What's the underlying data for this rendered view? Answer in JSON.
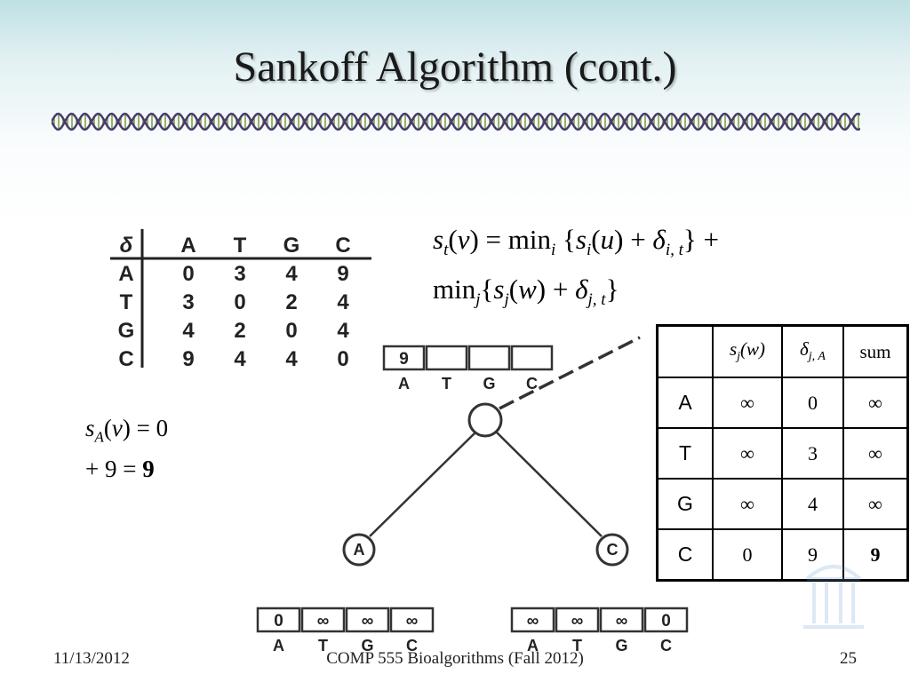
{
  "slide": {
    "title": "Sankoff Algorithm (cont.)",
    "footer": {
      "date": "11/13/2012",
      "course": "COMP 555 Bioalgorithms (Fall 2012)",
      "page": "25"
    }
  },
  "delta_matrix": {
    "corner": "δ",
    "columns": [
      "A",
      "T",
      "G",
      "C"
    ],
    "rows": [
      {
        "label": "A",
        "values": [
          "0",
          "3",
          "4",
          "9"
        ]
      },
      {
        "label": "T",
        "values": [
          "3",
          "0",
          "2",
          "4"
        ]
      },
      {
        "label": "G",
        "values": [
          "4",
          "2",
          "0",
          "4"
        ]
      },
      {
        "label": "C",
        "values": [
          "9",
          "4",
          "4",
          "0"
        ]
      }
    ]
  },
  "formula": {
    "s": "s",
    "t": "t",
    "v": "v",
    "i": "i",
    "j": "j",
    "u": "u",
    "w": "w",
    "delta": "δ",
    "i_t": "i, t",
    "j_t": "j, t",
    "equals_min": " = min",
    "plus": " + ",
    "min": "min"
  },
  "sa_calc": {
    "s": "s",
    "A": "A",
    "v": "v",
    "line1_rest": " = 0",
    "line2_prefix": "+ 9 = ",
    "line2_bold": "9"
  },
  "tree": {
    "top_box": {
      "values": [
        "9",
        "",
        "",
        ""
      ],
      "labels": [
        "A",
        "T",
        "G",
        "C"
      ]
    },
    "left_box": {
      "values": [
        "0",
        "∞",
        "∞",
        "∞"
      ],
      "labels": [
        "A",
        "T",
        "G",
        "C"
      ]
    },
    "right_box": {
      "values": [
        "∞",
        "∞",
        "∞",
        "0"
      ],
      "labels": [
        "A",
        "T",
        "G",
        "C"
      ]
    },
    "left_leaf": "A",
    "right_leaf": "C"
  },
  "calc_table": {
    "header": {
      "blank": "",
      "sj": "s",
      "sj_sub": "j",
      "sj_arg": "(w)",
      "delta": "δ",
      "delta_sub": "j, A",
      "sum": "sum"
    },
    "rows": [
      {
        "label": "A",
        "sj": "∞",
        "delta": "0",
        "sum": "∞"
      },
      {
        "label": "T",
        "sj": "∞",
        "delta": "3",
        "sum": "∞"
      },
      {
        "label": "G",
        "sj": "∞",
        "delta": "4",
        "sum": "∞"
      },
      {
        "label": "C",
        "sj": "0",
        "delta": "9",
        "sum": "9"
      }
    ]
  },
  "colors": {
    "title_shadow": "#888888",
    "dna_strand": "#4a3b6b",
    "dna_rung": "#7a9b3a",
    "watermark": "#7ba7d9"
  }
}
